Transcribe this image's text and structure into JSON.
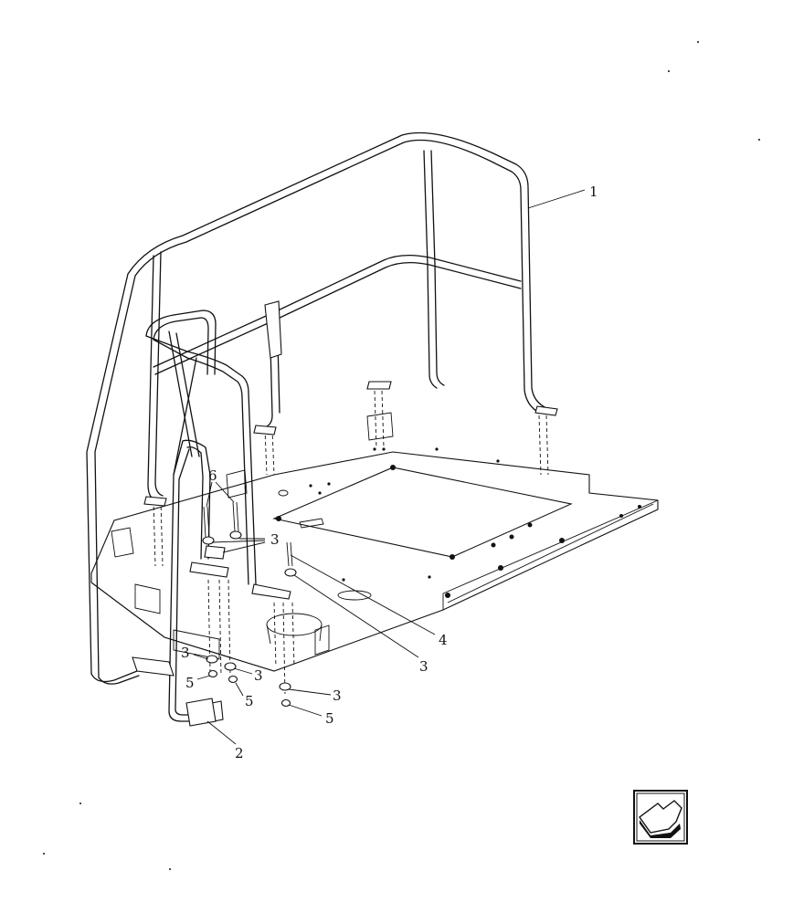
{
  "callouts": {
    "c1": "1",
    "c2": "2",
    "c3a": "3",
    "c3b": "3",
    "c3c": "3",
    "c3d": "3",
    "c3e": "3",
    "c4": "4",
    "c5a": "5",
    "c5b": "5",
    "c5c": "5",
    "c6": "6"
  },
  "icons": {
    "nav": "back-arrow-icon"
  },
  "colors": {
    "ink": "#111111",
    "paper": "#ffffff"
  }
}
